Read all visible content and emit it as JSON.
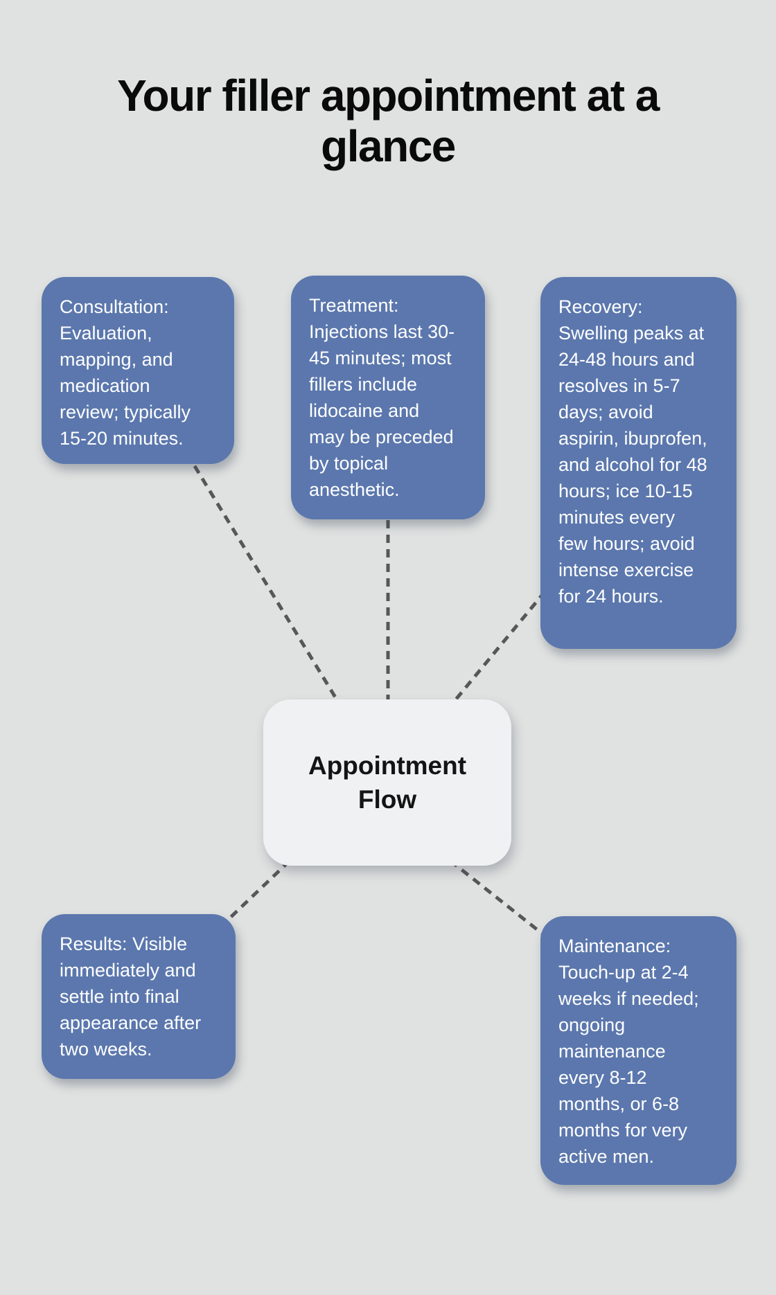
{
  "title": {
    "text": "Your filler appointment at a glance",
    "lines": [
      "Your filler appointment at a",
      "glance"
    ]
  },
  "center": {
    "label": "Appointment Flow"
  },
  "nodes": [
    {
      "id": "consultation",
      "text": "Consultation: Evaluation, mapping, and medication review; typically 15-20 minutes."
    },
    {
      "id": "treatment",
      "text": "Treatment: Injections last 30-45 minutes; most fillers include lidocaine and may be preceded by topical anesthetic."
    },
    {
      "id": "recovery",
      "text": "Recovery: Swelling peaks at 24-48 hours and resolves in 5-7 days; avoid aspirin, ibuprofen, and alcohol for 48 hours; ice 10-15 minutes every few hours; avoid intense exercise for 24 hours."
    },
    {
      "id": "results",
      "text": "Results: Visible immediately and settle into final appearance after two weeks."
    },
    {
      "id": "maintenance",
      "text": "Maintenance: Touch-up at 2-4 weeks if needed; ongoing maintenance every 8-12 months, or 6-8 months for very active men."
    }
  ],
  "edges": [
    {
      "from": "consultation",
      "to": "center"
    },
    {
      "from": "treatment",
      "to": "center"
    },
    {
      "from": "recovery",
      "to": "center"
    },
    {
      "from": "center",
      "to": "results"
    },
    {
      "from": "center",
      "to": "maintenance"
    }
  ],
  "colors": {
    "background": "#e0e2e1",
    "node_background": "#5b77ad",
    "node_text": "#ffffff",
    "center_background": "#f0f1f3",
    "center_text": "#141414",
    "title_text": "#0a0a0a",
    "connector": "#575757"
  }
}
